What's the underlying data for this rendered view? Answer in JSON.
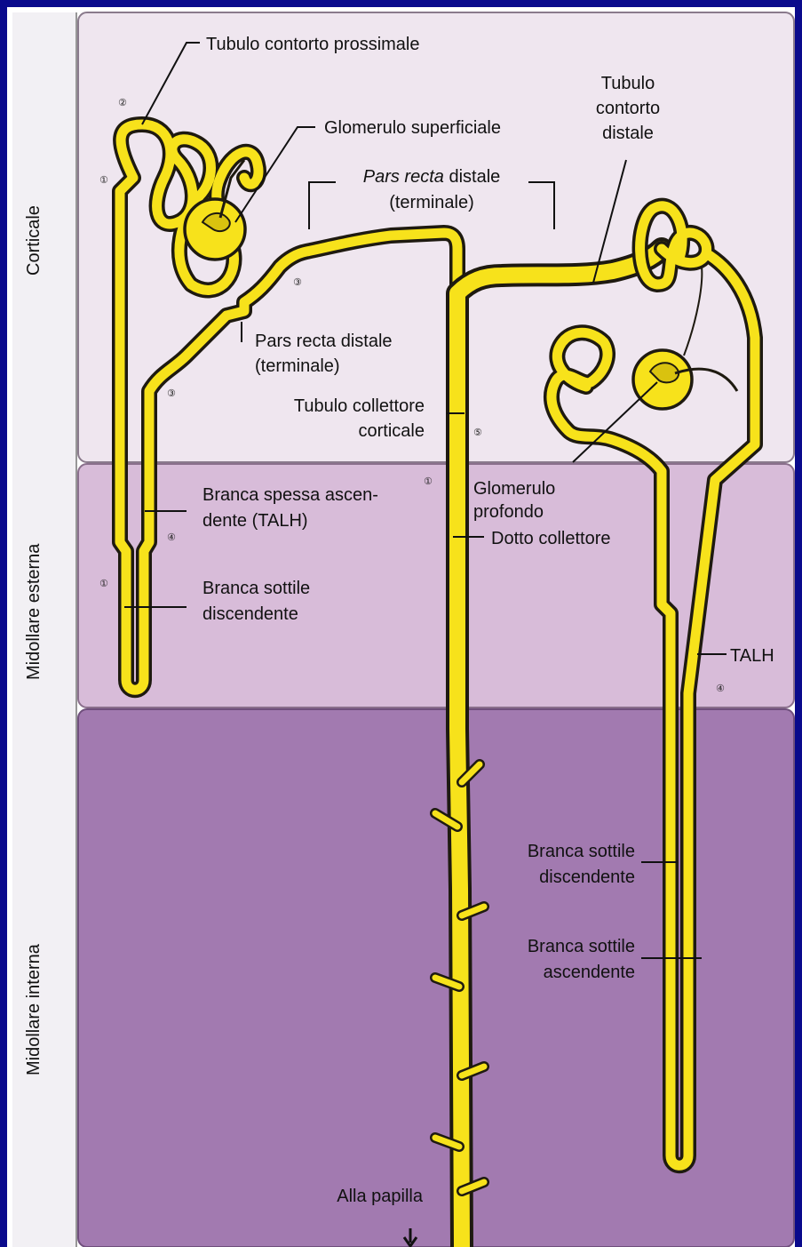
{
  "zones": {
    "cortex": "Corticale",
    "outer_medulla": "Midollare esterna",
    "inner_medulla": "Midollare interna"
  },
  "labels": {
    "pct": "Tubulo contorto prossimale",
    "glom_sup": "Glomerulo superficiale",
    "dct_1": "Tubulo",
    "dct_2": "contorto",
    "dct_3": "distale",
    "pars_top_1a": "Pars recta",
    "pars_top_1b": " distale",
    "pars_top_2": "(terminale)",
    "pars_mid_1": "Pars recta distale",
    "pars_mid_2": "(terminale)",
    "tcc_1": "Tubulo collettore",
    "tcc_2": "corticale",
    "glom_deep_1": "Glomerulo",
    "glom_deep_2": "profondo",
    "talh_1": "Branca spessa ascen-",
    "talh_2": "dente (TALH)",
    "dotto": "Dotto collettore",
    "thin_desc_left_1": "Branca sottile",
    "thin_desc_left_2": "discendente",
    "talh_right": "TALH",
    "thin_desc_right_1": "Branca sottile",
    "thin_desc_right_2": "discendente",
    "thin_asc_1": "Branca sottile",
    "thin_asc_2": "ascendente",
    "papilla": "Alla papilla"
  },
  "markers": {
    "m_left_1_top": "①",
    "m_left_2": "②",
    "m_left_3_top": "③",
    "m_left_3_mid": "③",
    "m_left_4": "④",
    "m_left_1_low": "①",
    "m_center_1": "①",
    "m_center_5": "⑤",
    "m_right_4": "④"
  },
  "colors": {
    "tubule": "#f7e21b",
    "cortex": "#efe6ef",
    "outer_medulla": "#d8bcd9",
    "inner_medulla": "#a27ab0",
    "frame": "#0a0a8c"
  }
}
